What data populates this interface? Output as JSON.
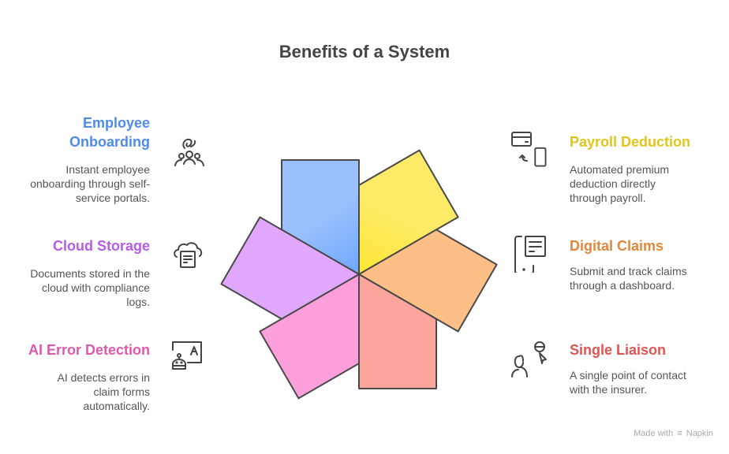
{
  "title": "Benefits of a System",
  "items": [
    {
      "id": "employee-onboarding",
      "title_lines": [
        "Employee",
        "Onboarding"
      ],
      "desc_lines": [
        "Instant employee",
        "onboarding through self-",
        "service portals."
      ],
      "color": "#4e8bea",
      "fill": "#9bc1fd",
      "icon": "people-hand-icon"
    },
    {
      "id": "payroll-deduction",
      "title_lines": [
        "Payroll Deduction"
      ],
      "desc_lines": [
        "Automated premium",
        "deduction directly",
        "through payroll."
      ],
      "color": "#e2c51c",
      "fill": "#fdea66",
      "icon": "card-to-phone-icon"
    },
    {
      "id": "digital-claims",
      "title_lines": [
        "Digital Claims"
      ],
      "desc_lines": [
        "Submit and track claims",
        "through a dashboard."
      ],
      "color": "#e0883a",
      "fill": "#fdbf85",
      "icon": "tablet-document-icon"
    },
    {
      "id": "single-liaison",
      "title_lines": [
        "Single Liaison"
      ],
      "desc_lines": [
        "A single point of contact",
        "with the insurer."
      ],
      "color": "#e05454",
      "fill": "#fca59d",
      "icon": "person-contact-icon"
    },
    {
      "id": "ai-error-detection",
      "title_lines": [
        "AI Error Detection"
      ],
      "desc_lines": [
        "AI detects errors in",
        "claim forms",
        "automatically."
      ],
      "color": "#de5aab",
      "fill": "#fd9fdb",
      "icon": "robot-text-icon"
    },
    {
      "id": "cloud-storage",
      "title_lines": [
        "Cloud Storage"
      ],
      "desc_lines": [
        "Documents stored in the",
        "cloud with compliance",
        "logs."
      ],
      "color": "#b75ce6",
      "fill": "#e0a7fd",
      "icon": "cloud-document-icon"
    }
  ],
  "footer": {
    "made_with": "Made with",
    "brand": "Napkin"
  }
}
